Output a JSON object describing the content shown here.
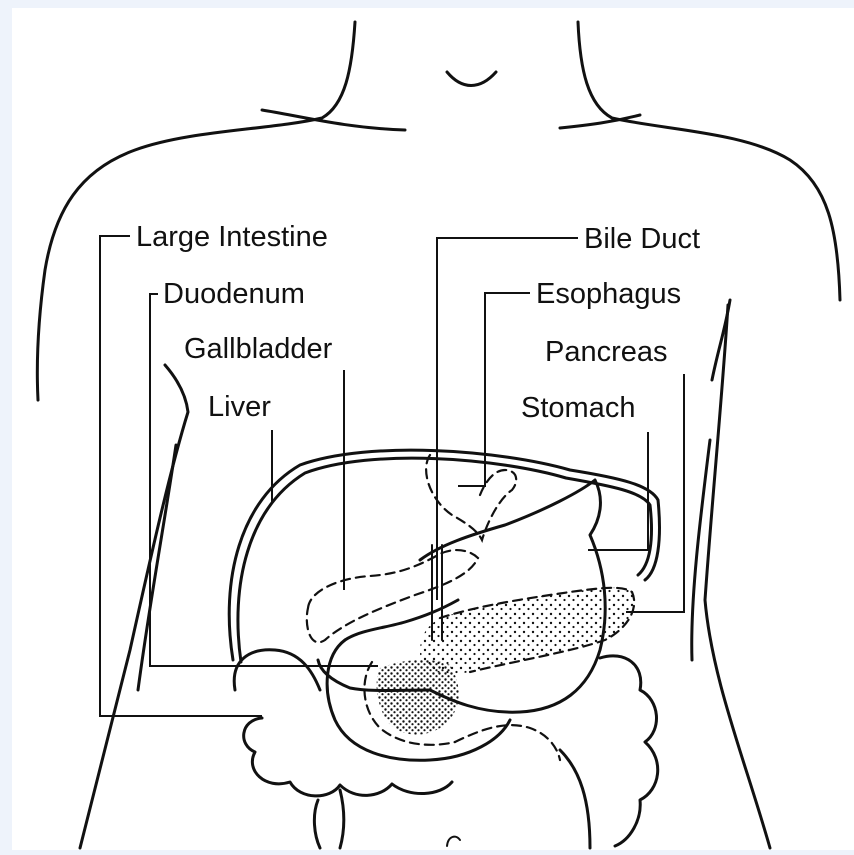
{
  "diagram": {
    "labels": {
      "large_intestine": "Large Intestine",
      "duodenum": "Duodenum",
      "gallbladder": "Gallbladder",
      "liver": "Liver",
      "bile_duct": "Bile Duct",
      "esophagus": "Esophagus",
      "pancreas": "Pancreas",
      "stomach": "Stomach"
    },
    "colors": {
      "background": "#eef3fb",
      "drawing": "#ffffff",
      "ink": "#111111"
    }
  }
}
